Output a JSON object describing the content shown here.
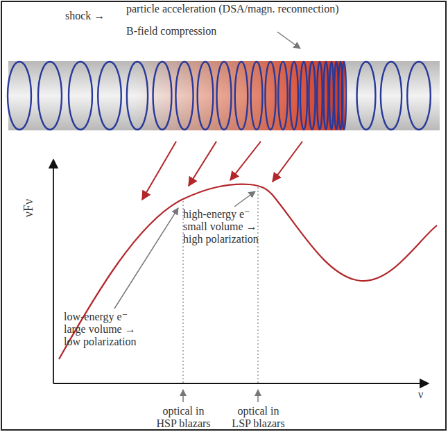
{
  "diagram": {
    "labels": [
      "shock →",
      "particle acceleration (DSA/magn. reconnection)",
      "B-field compression",
      "νFν",
      "high-energy e⁻ small volume → high polarization",
      "low-energy e⁻ large volume → low polarization",
      "ν",
      "optical in HSP blazars",
      "optical in LSP blazars"
    ]
  }
}
